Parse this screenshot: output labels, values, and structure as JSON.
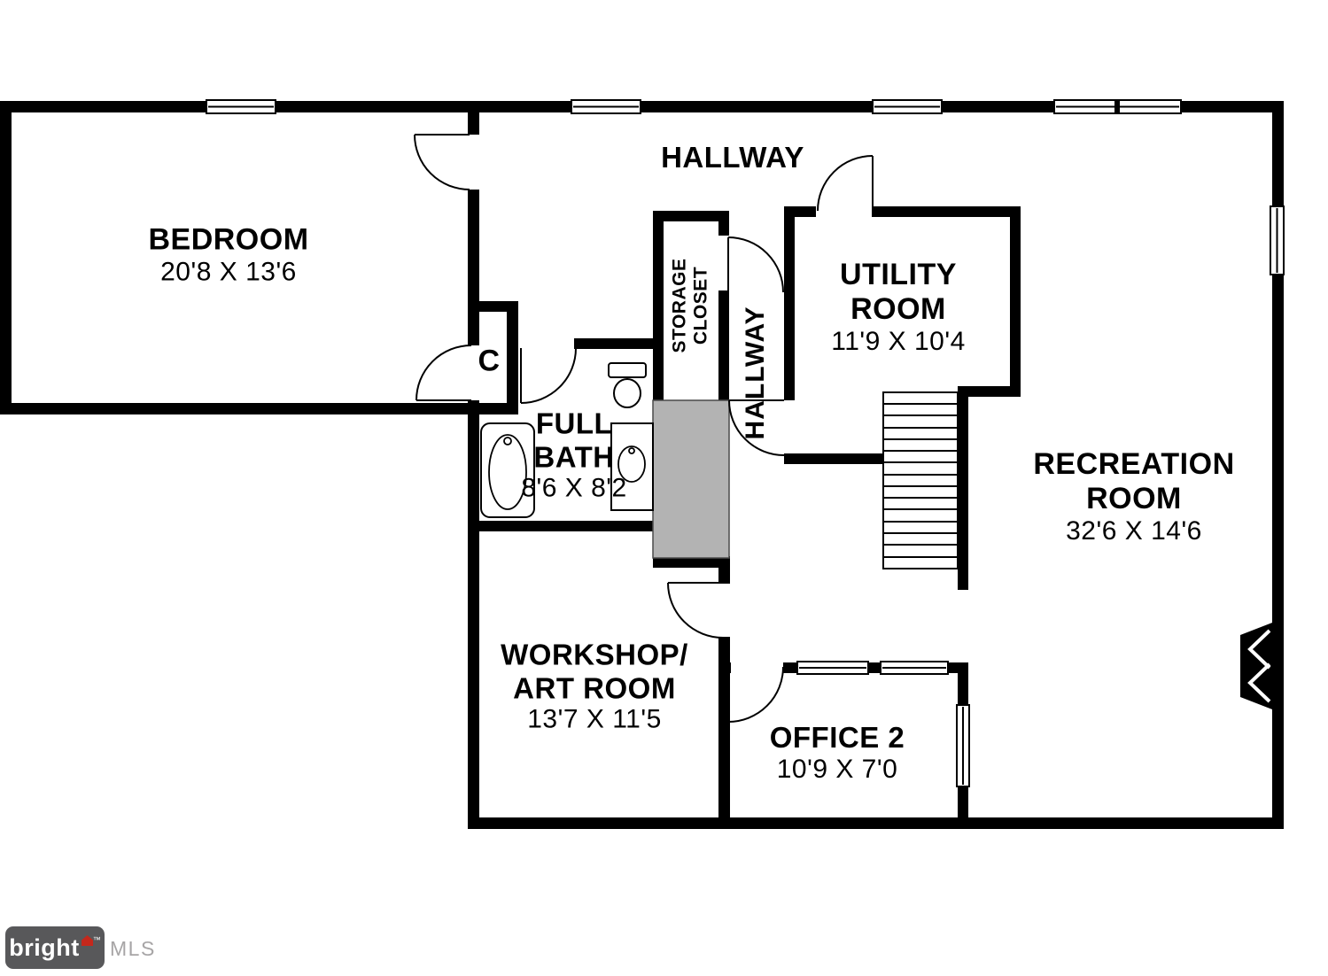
{
  "rooms": {
    "bedroom": {
      "name": "BEDROOM",
      "dims": "20'8 X 13'6"
    },
    "hallway_top": {
      "name": "HALLWAY"
    },
    "storage_closet": {
      "name_line1": "STORAGE",
      "name_line2": "CLOSET"
    },
    "hallway_vertical": {
      "name": "HALLWAY"
    },
    "utility_room": {
      "name_line1": "UTILITY",
      "name_line2": "ROOM",
      "dims": "11'9 X 10'4"
    },
    "closet_c": {
      "name": "C"
    },
    "full_bath": {
      "name_line1": "FULL",
      "name_line2": "BATH",
      "dims": "8'6 X 8'2"
    },
    "recreation_room": {
      "name_line1": "RECREATION",
      "name_line2": "ROOM",
      "dims": "32'6 X 14'6"
    },
    "workshop": {
      "name_line1": "WORKSHOP/",
      "name_line2": "ART ROOM",
      "dims": "13'7 X 11'5"
    },
    "office_2": {
      "name": "OFFICE 2",
      "dims": "10'9 X 7'0"
    }
  },
  "branding": {
    "name": "bright",
    "tm": "™",
    "suffix": "MLS"
  },
  "colors": {
    "wall": "#000000",
    "chimney": "#b3b3b3",
    "logo_bg": "#58585a",
    "logo_red": "#c5281c",
    "mls_text": "#a7a5a6"
  }
}
